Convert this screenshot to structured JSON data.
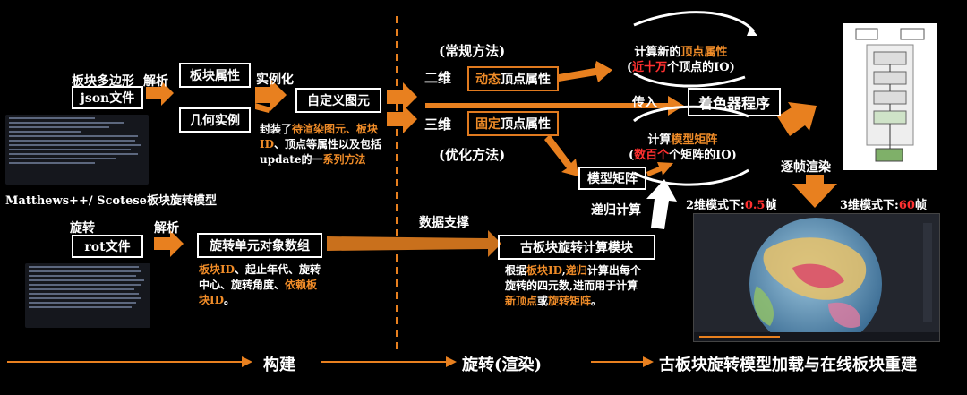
{
  "left": {
    "poly_label": "板块多边形",
    "parse_label_1": "解析",
    "json_box": "json文件",
    "attr_box": "板块属性",
    "instantiate_label": "实例化",
    "geo_box": "几何实例",
    "custom_box": "自定义图元",
    "custom_desc": {
      "p1": "封装了",
      "p2": "待渲染图元、板块ID",
      "p3": "、顶点等属性以及包括update的一",
      "p4": "系列方法"
    },
    "model_title": "Matthews++/ Scotese板块旋转模型",
    "rotate_label": "旋转",
    "parse_label_2": "解析",
    "rot_box": "rot文件",
    "rot_obj_box": "旋转单元对象数组",
    "rot_desc": {
      "p1": "板块ID",
      "p2": "、起止年代、旋转中心、旋转角度、",
      "p3": "依赖板块ID",
      "p4": "。"
    }
  },
  "middle": {
    "conventional": "(常规方法)",
    "two_d": "二维",
    "dyn_box_a": "动态",
    "dyn_box_b": "顶点属性",
    "three_d": "三维",
    "fix_box_a": "固定",
    "fix_box_b": "顶点属性",
    "optimized": "(优化方法)",
    "calc_vertex": {
      "p1": "计算新的",
      "p2": "顶点属性",
      "p3": "(",
      "p4": "近十万",
      "p5": "个顶点的IO)"
    },
    "input_label": "传入",
    "shader_box": "着色器程序",
    "calc_matrix": {
      "p1": "计算",
      "p2": "模型矩阵",
      "p3": "(",
      "p4": "数百个",
      "p5": "个矩阵的IO)"
    },
    "matrix_box": "模型矩阵",
    "recursive": "递归计算",
    "data_support": "数据支撑",
    "module_box": "古板块旋转计算模块",
    "module_desc": {
      "p1": "根据",
      "p2": "板块ID",
      "p3": ",",
      "p4": "递归",
      "p5": "计算出每个旋转的四元数,进而用于计算",
      "p6": "新顶点",
      "p7": "或",
      "p8": "旋转矩阵",
      "p9": "。"
    }
  },
  "right": {
    "render_label": "逐帧渲染",
    "mode2d_a": "2维模式下:",
    "mode2d_b": "0.5",
    "mode2d_c": "帧",
    "mode3d_a": "3维模式下:",
    "mode3d_b": "60",
    "mode3d_c": "帧"
  },
  "footer": {
    "build": "构建",
    "rotate": "旋转(渲染)",
    "final": "古板块旋转模型加载与在线板块重建"
  },
  "colors": {
    "orange": "#f08c28",
    "red": "#ff3030",
    "arrow": "#e8801f"
  }
}
